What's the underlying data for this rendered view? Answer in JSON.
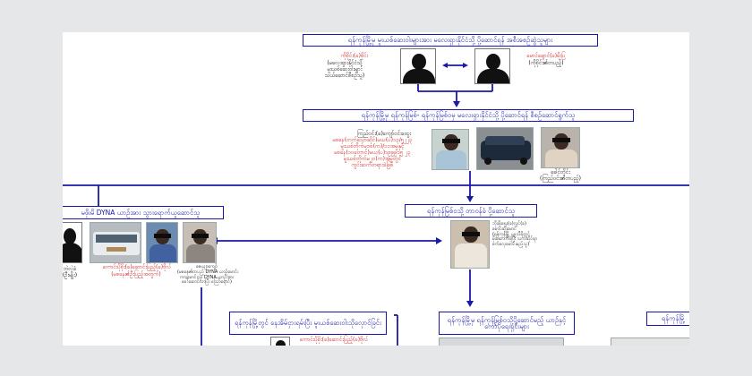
{
  "boxes": {
    "top": "ရန်ကုန်မြို့မှ မူးယစ်ဆေးဝါးများအား မလေးရှားနိုင်ငံသို့ ပို့ဆောင်ရန် အစီအစဉ်ဆွဲသူများ",
    "second": "ရန်ကုန်မြို့မှ ရန်ကုန်မြစ်- ရန်ကုန်မြစ်ဝမှ မလေးရှားနိုင်ငံသို့ ပို့ဆောင်ရန် စီစဉ်ဆောင်ရွက်သူ",
    "left_mid": "မဖိုးမိ DYNA ယာဉ်အား သွားရောက်ယူဆောင်သူ",
    "right_mid": "ရန်ကုန်မြစ်ဝသို့ တာဝန်ခံ ပို့ဆောင်သူ",
    "bottom_left": "ရန်ကုန်မြို့တွင် နေအိမ်ငှားရမ်းပြီး မူးယစ်ဆေးဝါးသိုလှောင်ခြင်း",
    "bottom_mid": "ရန်ကုန်မြို့မှ ရန်ကုန်မြစ်ဝသို့ပို့ဆောင်မည့် ယာဉ်နှင့်ကော်ပိုရေးရှင်းများ",
    "bottom_right": "ရန်ကုန်မြို့"
  },
  "labels": {
    "left_person_name": "ကိုစိုင်း(ခ)စိုင်း",
    "left_person_desc": "(မလေးရှားနိုင်ငံသို့\nမူးယစ်ဆေးဝါးများ\nသယ်ဆောင်စီစဉ်သူ)",
    "right_person_name": "မောင်ချောင်(ခ)မိုးပြ",
    "right_person_desc": "(ကိုစိုင်း၏တပည့်)",
    "organizer_name": "ကြည်ဝင်း(ခ)ကျော်ဝင်းထွေး",
    "organizer_red": "မစနေ(တက်သောဆိုင်)မယ(ပ)၁၃/၅၂၂၃\nမူးယစ်တိုက်မ၁၈(က)/၁၁အမှုနှင့်\nမစနေ(၁၀တောင်)မယ(ပ)၁၉၉၉၁၅ ၂၃\nမူးယစ်တိုက်မ၂၀(က)အမှုတွင်\nကွင်းဆက်တရားခံဖြစ်",
    "helper_name": "ခေါင်တိုင်း\n(ကြည်ဝင်း၏တပည့်)",
    "dyna_unknown": "ဘဲလဲခံ\n(ဦးမျိုး)",
    "dyna_red": "ကောင်းပိုစိုး(ခ)ဆောင်းပြည့်(ခ)ဗိုလ်",
    "dyna_red2": "(မစနေ၏ဦးပြည့်အတွက်)",
    "dyna_driver": "ဇေယျာကျော်\n(မစနေ၏တပည့် DYNA ယာဉ်မောင်း\nကားမောင်းသူ၊ DYNA ယာဉ်အား\nခေါ်ဆောင်လာပြီး သြော်ရောင်)",
    "right_mid_person": "ဘိုးစိုးရေး(ခ)လွင်(ခ)\nမောင်ဆိုးမောင်\n(ရန်ကုန်မြို့ ပုဗ္ဗသီရိတွင်\nမိုးဆောက်ခဲ့ပြီး သက်ဆိုင်ရာ\nစက်လှေမောင်းမည့်သူ)",
    "bottom_left_red": "ကောင်းပိုစိုး(ခ)ဆောင်းပြည့်(ခ)ဗိုလ်"
  },
  "colors": {
    "accent": "#1a1aa6",
    "warning_text": "#cc1b1b"
  }
}
